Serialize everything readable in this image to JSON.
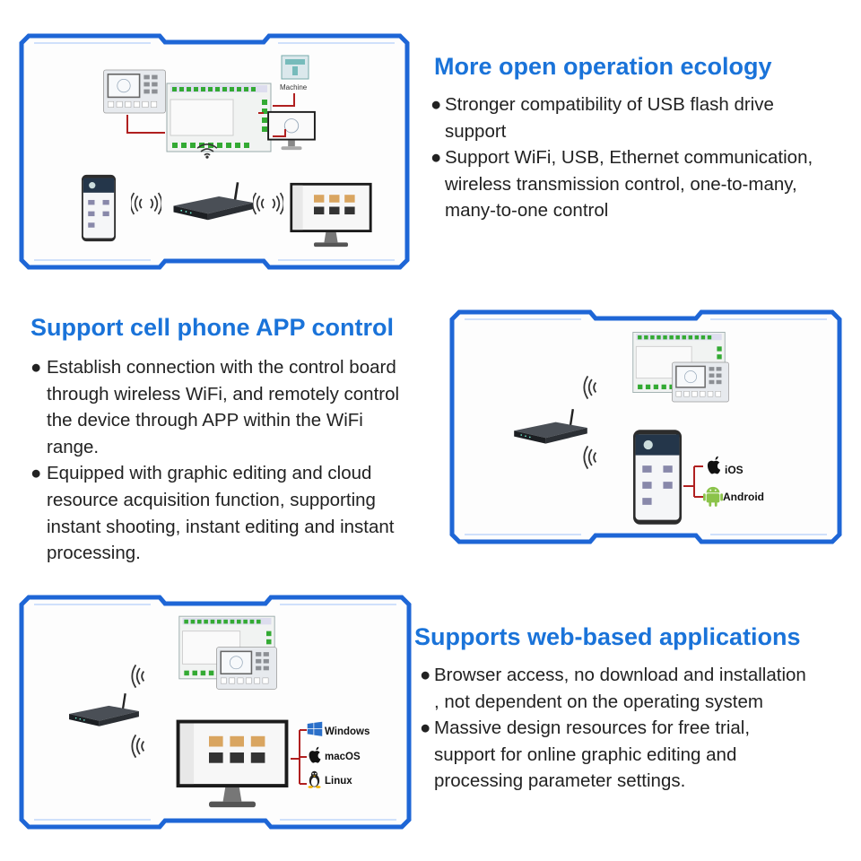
{
  "colors": {
    "accent": "#1a73d9",
    "frame_blue": "#1e66d6",
    "text": "#222222"
  },
  "section1": {
    "title": "More open operation ecology",
    "bullets": [
      {
        "marker": "●",
        "lines": [
          "Stronger compatibility of USB flash drive",
          "support"
        ]
      },
      {
        "marker": "●",
        "lines": [
          "Support WiFi, USB, Ethernet communication,",
          "wireless transmission control, one-to-many,",
          "many-to-one control"
        ]
      }
    ],
    "illustration": {
      "machine_label": "Machine",
      "icons": [
        "control-panel-icon",
        "control-board-icon",
        "machine-icon",
        "pc-monitor-icon",
        "wifi-icon",
        "smartphone-icon",
        "router-icon",
        "desktop-monitor-icon"
      ]
    }
  },
  "section2": {
    "title": "Support cell phone APP control",
    "bullets": [
      {
        "marker": "●",
        "lines": [
          "Establish connection with the control board",
          "through wireless WiFi, and remotely control",
          "the device through APP within the WiFi",
          "range."
        ]
      },
      {
        "marker": "●",
        "lines": [
          "Equipped with graphic editing and cloud",
          "resource acquisition function, supporting",
          "instant shooting, instant editing and instant",
          "processing."
        ]
      }
    ],
    "illustration": {
      "os": [
        "iOS",
        "Android"
      ],
      "icons": [
        "router-icon",
        "control-board-icon",
        "control-panel-icon",
        "smartphone-icon",
        "apple-icon",
        "android-icon"
      ]
    }
  },
  "section3": {
    "title": "Supports web-based applications",
    "bullets": [
      {
        "marker": "●",
        "lines": [
          "Browser access, no download and installation",
          ", not dependent on the operating system"
        ]
      },
      {
        "marker": "●",
        "lines": [
          "Massive design resources for free trial,",
          "support for online graphic editing and",
          "processing parameter settings."
        ]
      }
    ],
    "illustration": {
      "os": [
        "Windows",
        "macOS",
        "Linux"
      ],
      "icons": [
        "router-icon",
        "control-board-icon",
        "control-panel-icon",
        "desktop-monitor-icon",
        "windows-icon",
        "apple-icon",
        "linux-icon"
      ]
    }
  }
}
